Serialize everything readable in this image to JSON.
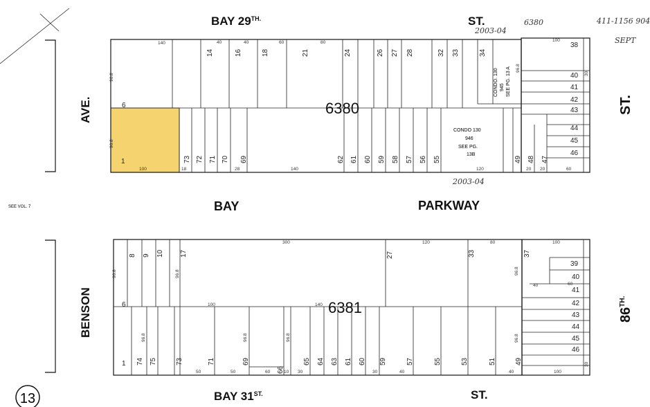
{
  "streets": {
    "bay_29th_a": "BAY 29",
    "bay_29th_sup": "TH.",
    "st_top": "ST.",
    "bay_31st_a": "BAY 31",
    "bay_31st_sup": "ST.",
    "st_bottom": "ST.",
    "bay": "BAY",
    "parkway": "PARKWAY",
    "benson": "BENSON",
    "ave": "AVE.",
    "st_right": "ST.",
    "86th": "86",
    "86th_sup": "TH."
  },
  "blocks": {
    "north": "6380",
    "south": "6381"
  },
  "notes": {
    "see_vol": "SEE VOL. 7",
    "sheet_number": "13",
    "condo_945_line1": "CONDO. 130",
    "condo_945_line2": "945",
    "condo_945_line3": "SEE PG. 13 A",
    "condo_946_line1": "CONDO 130",
    "condo_946_line2": "946",
    "condo_946_line3": "SEE PG.",
    "condo_946_line4": "13B",
    "hand_top": "2003-04",
    "hand_6380": "6380",
    "hand_bottom": "2003-04",
    "hand_corner1": "411-1156 904",
    "hand_corner2": "SEPT"
  },
  "highlight_color": "#f5d36e",
  "north_lots_top": [
    "14",
    "16",
    "18",
    "21",
    "24",
    "26",
    "27",
    "28",
    "32",
    "33",
    "34"
  ],
  "north_lots_bottom": [
    "73",
    "72",
    "71",
    "70",
    "69",
    "62",
    "61",
    "60",
    "59",
    "58",
    "57",
    "56",
    "55",
    "49",
    "48",
    "47"
  ],
  "north_lots_right": [
    "38",
    "40",
    "41",
    "42",
    "43",
    "44",
    "45",
    "46"
  ],
  "south_lots_top": [
    "8",
    "9",
    "10",
    "17",
    "27",
    "33",
    "37"
  ],
  "south_lots_bottom": [
    "1",
    "74",
    "75",
    "73",
    "71",
    "69",
    "66",
    "65",
    "64",
    "63",
    "61",
    "60",
    "59",
    "57",
    "55",
    "53",
    "51",
    "49"
  ],
  "south_lots_right": [
    "39",
    "40",
    "41",
    "42",
    "43",
    "44",
    "45",
    "46"
  ],
  "lot_single_north": "1",
  "lot_corner_north": "6",
  "lot_corner_south": "6",
  "dims": {
    "d140": "140",
    "d40": "40",
    "d60": "60",
    "d80": "80",
    "d100": "100",
    "d300": "300",
    "d120": "120",
    "d96": "96.8",
    "d20": "20",
    "d30": "30",
    "d18": "18",
    "d28": "28",
    "d50": "50",
    "d10": "10"
  }
}
